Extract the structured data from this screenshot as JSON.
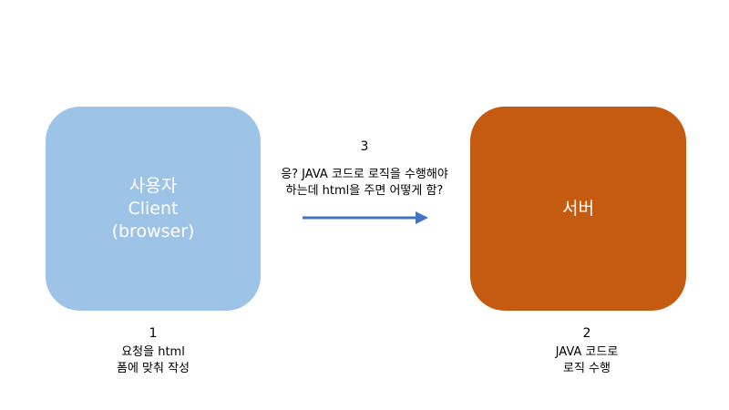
{
  "client_box": {
    "title": "사용자",
    "subtitle": "Client",
    "detail": "(browser)",
    "color": "#9dc3e6"
  },
  "server_box": {
    "title": "서버",
    "color": "#c55a11"
  },
  "step1": {
    "number": "1",
    "line1": "요청을 html",
    "line2": "폼에 맞춰 작성"
  },
  "step2": {
    "number": "2",
    "line1": "JAVA 코드로",
    "line2": "로직 수행"
  },
  "step3": {
    "number": "3",
    "line1": "응? JAVA 코드로 로직을 수행해야",
    "line2": "하는데 html을 주면 어떻게 함?"
  },
  "arrow": {
    "color": "#4472c4",
    "direction": "right"
  }
}
